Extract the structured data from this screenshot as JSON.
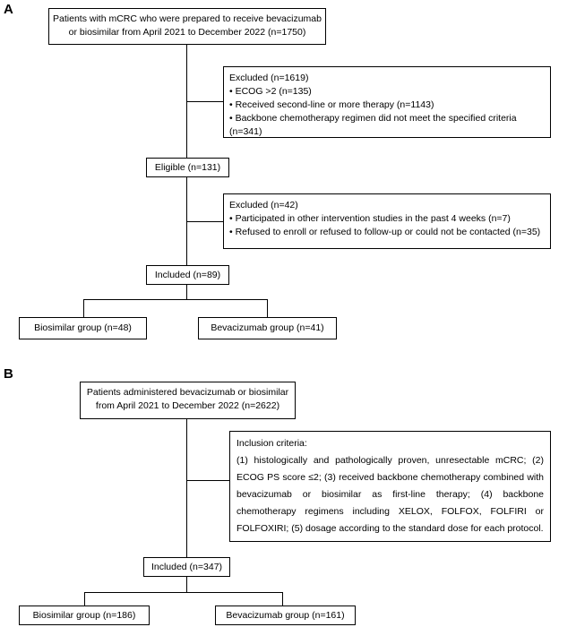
{
  "panel_a": {
    "label": "A",
    "start_line1": "Patients with mCRC  who were prepared to receive bevacizumab",
    "start_line2": "or biosimilar from April 2021 to December 2022 (n=1750)",
    "excluded1": {
      "title": "Excluded (n=1619)",
      "items": [
        "• ECOG >2 (n=135)",
        "• Received second-line or more therapy (n=1143)",
        "• Backbone chemotherapy regimen did not meet the specified criteria (n=341)"
      ]
    },
    "eligible": "Eligible (n=131)",
    "excluded2": {
      "title": "Excluded (n=42)",
      "items": [
        "• Participated in other intervention studies in the past 4 weeks (n=7)",
        "• Refused to enroll or refused to follow-up  or could not be contacted (n=35)"
      ]
    },
    "included": "Included (n=89)",
    "biosimilar": "Biosimilar group (n=48)",
    "bevacizumab": "Bevacizumab group (n=41)"
  },
  "panel_b": {
    "label": "B",
    "start_line1": "Patients administered bevacizumab or biosimilar",
    "start_line2": "from April 2021 to December 2022 (n=2622)",
    "inclusion_title": "Inclusion criteria:",
    "inclusion_text": "(1) histologically and pathologically proven, unresectable mCRC; (2) ECOG PS score ≤2; (3) received backbone chemotherapy combined with bevacizumab or biosimilar as first-line therapy; (4) backbone chemotherapy regimens including XELOX, FOLFOX, FOLFIRI or FOLFOXIRI; (5) dosage according to the standard dose for each protocol.",
    "included": "Included (n=347)",
    "biosimilar": "Biosimilar group (n=186)",
    "bevacizumab": "Bevacizumab group (n=161)"
  }
}
